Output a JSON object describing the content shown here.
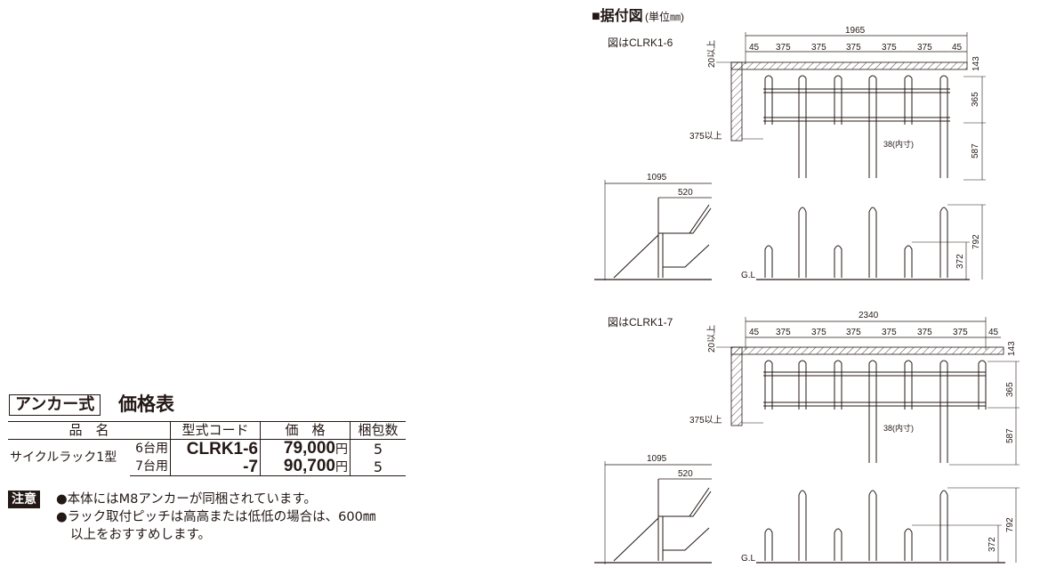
{
  "header": {
    "title": "■据付図",
    "unit": "(単位㎜)"
  },
  "diagrams": {
    "clrk6": {
      "caption": "図はCLRK1-6",
      "total_width": "1965",
      "edge_margin_left": "45",
      "edge_margin_right": "45",
      "pitch": "375",
      "wall_gap": "20以上",
      "wall_thickness": "143",
      "clearance": "375以上",
      "bar_height": "365",
      "lower_height": "587",
      "inner_width": "38(内寸)",
      "side_depth": "1095",
      "side_top": "520",
      "total_height": "792",
      "low_height": "372",
      "ground": "G.L"
    },
    "clrk7": {
      "caption": "図はCLRK1-7",
      "total_width": "2340",
      "edge_margin_left": "45",
      "edge_margin_right": "45",
      "pitch": "375",
      "wall_gap": "20以上",
      "wall_thickness": "143",
      "clearance": "375以上",
      "bar_height": "365",
      "lower_height": "587",
      "inner_width": "38(内寸)",
      "side_depth": "1095",
      "side_top": "520",
      "total_height": "792",
      "low_height": "372",
      "ground": "G.L"
    }
  },
  "price_table": {
    "badge": "アンカー式",
    "title": "価格表",
    "headers": [
      "品　名",
      "型式コード",
      "価　格",
      "梱包数"
    ],
    "product": "サイクルラック1型",
    "rows": [
      {
        "variant": "6台用",
        "code": "CLRK1-6",
        "price": "79,000",
        "yen": "円",
        "pack": "5"
      },
      {
        "variant": "7台用",
        "code": "-7",
        "price": "90,700",
        "yen": "円",
        "pack": "5"
      }
    ]
  },
  "notes": {
    "badge": "注意",
    "lines": [
      "●本体にはM8アンカーが同梱されています。",
      "●ラック取付ピッチは高高または低低の場合は、600㎜",
      "以上をおすすめします。"
    ]
  }
}
